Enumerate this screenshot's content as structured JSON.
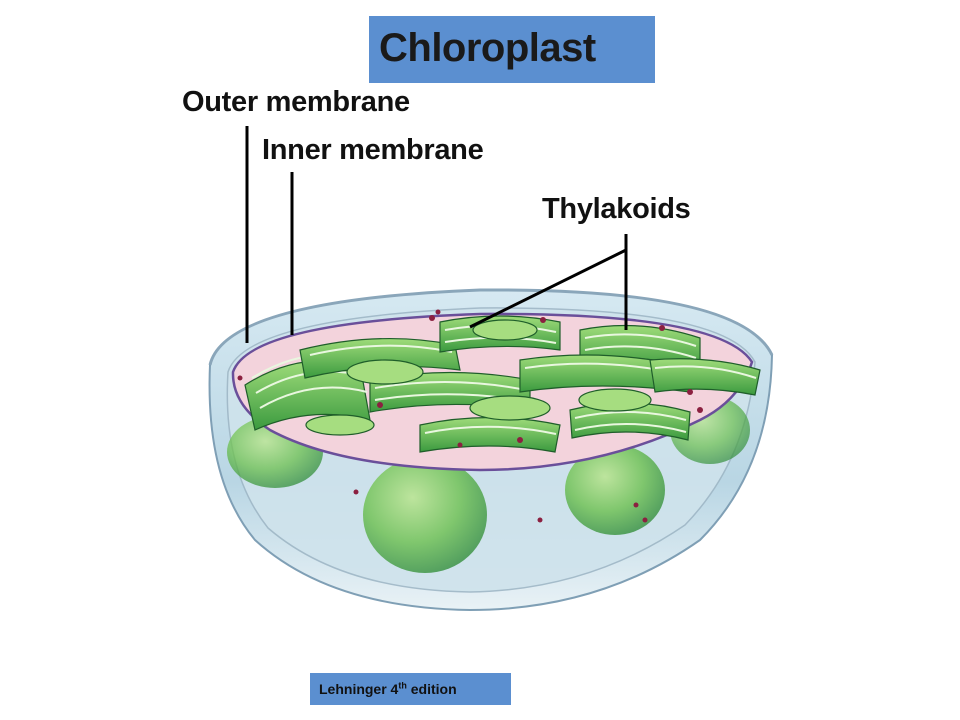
{
  "title": "Chloroplast",
  "labels": {
    "outer_membrane": "Outer membrane",
    "inner_membrane": "Inner membrane",
    "thylakoids": "Thylakoids"
  },
  "credit": {
    "prefix": "Lehninger 4",
    "superscript": "th",
    "suffix": " edition"
  },
  "colors": {
    "title_bg": "#5b8fd0",
    "membrane": "#6a4f9a",
    "thylakoid_green": "#4fb04a",
    "stroma": "#f3d3dc",
    "envelope": "#bcd8e6"
  }
}
